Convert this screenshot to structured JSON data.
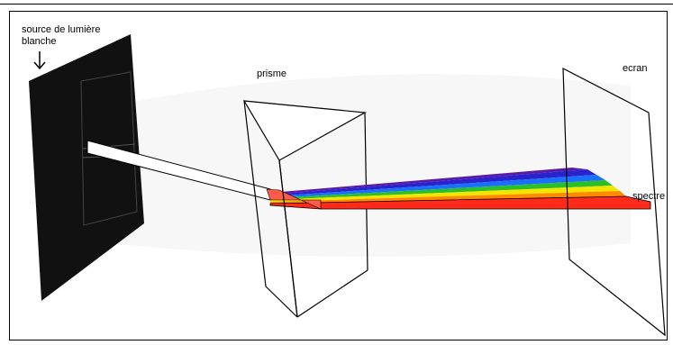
{
  "labels": {
    "source_line1": "source de lumière",
    "source_line2": "blanche",
    "prism": "prisme",
    "screen": "ecran",
    "spectrum": "spectre"
  },
  "colors": {
    "source_panel": "#111111",
    "white_beam": "#ffffff",
    "red": "#ff2a1a",
    "orange": "#ff8a00",
    "yellow": "#f2e600",
    "green": "#2bbf2b",
    "blue": "#1a6fff",
    "indigo": "#2a22cc",
    "violet": "#5a1aa8"
  }
}
